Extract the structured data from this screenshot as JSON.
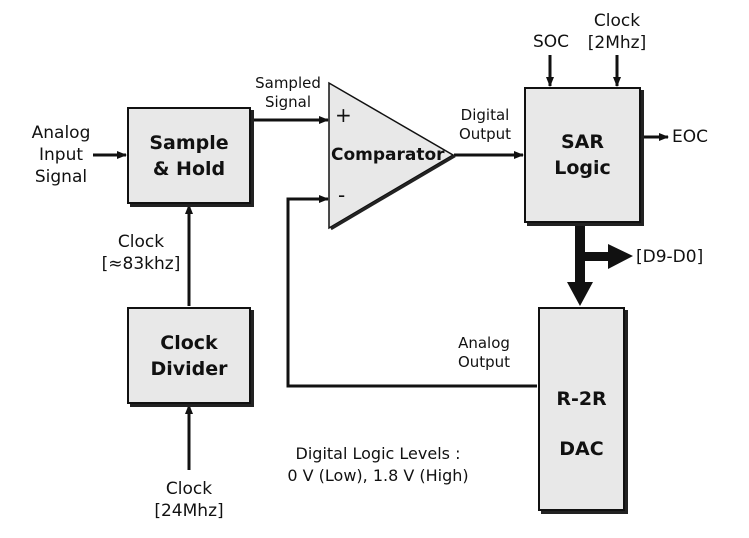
{
  "blocks": {
    "sample_hold": {
      "line1": "Sample",
      "line2": "& Hold"
    },
    "comparator": {
      "label": "Comparator",
      "plus": "+",
      "minus": "-"
    },
    "sar_logic": {
      "line1": "SAR",
      "line2": "Logic"
    },
    "clock_divider": {
      "line1": "Clock",
      "line2": "Divider"
    },
    "dac": {
      "line1": "R-2R",
      "line2": "DAC"
    }
  },
  "labels": {
    "analog_input": [
      "Analog",
      "Input",
      "Signal"
    ],
    "sampled_signal": [
      "Sampled",
      "Signal"
    ],
    "digital_output": [
      "Digital",
      "Output"
    ],
    "soc": "SOC",
    "sar_clock": [
      "Clock",
      "[2Mhz]"
    ],
    "eoc": "EOC",
    "data_bus": "[D9-D0]",
    "sh_clock": [
      "Clock",
      "[≈83khz]"
    ],
    "input_clock": [
      "Clock",
      "[24Mhz]"
    ],
    "analog_output": [
      "Analog",
      "Output"
    ],
    "logic_levels": [
      "Digital Logic Levels :",
      "0 V (Low), 1.8 V (High)"
    ]
  },
  "colors": {
    "block_fill": "#e8e8e8",
    "stroke": "#111111",
    "background": "#ffffff"
  }
}
